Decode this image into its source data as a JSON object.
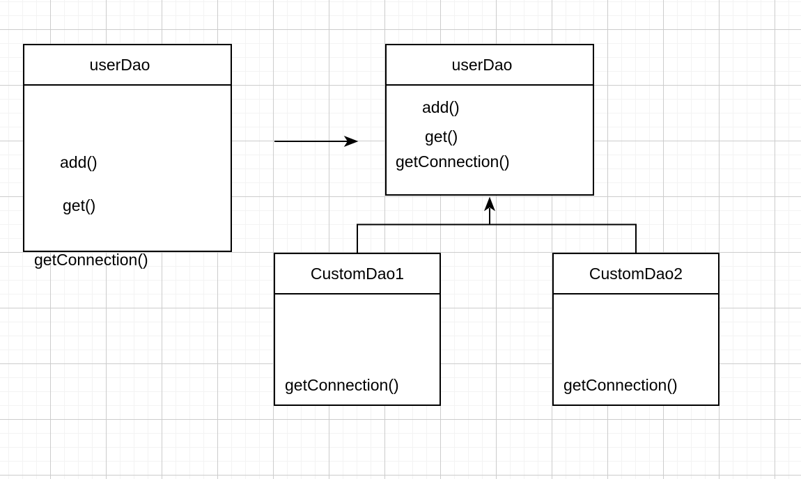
{
  "canvas": {
    "background": "#ffffff",
    "grid_minor_color": "#f3f3f3",
    "grid_major_color": "#cccccc",
    "shape_stroke_color": "#000000",
    "text_color": "#000000"
  },
  "classes": {
    "user_dao_left": {
      "title": "userDao",
      "methods": [
        "add()",
        "get()",
        "getConnection()"
      ]
    },
    "user_dao_right": {
      "title": "userDao",
      "methods": [
        "add()",
        "get()",
        "getConnection()"
      ]
    },
    "custom_dao_1": {
      "title": "CustomDao1",
      "methods": [
        "getConnection()"
      ]
    },
    "custom_dao_2": {
      "title": "CustomDao2",
      "methods": [
        "getConnection()"
      ]
    }
  }
}
